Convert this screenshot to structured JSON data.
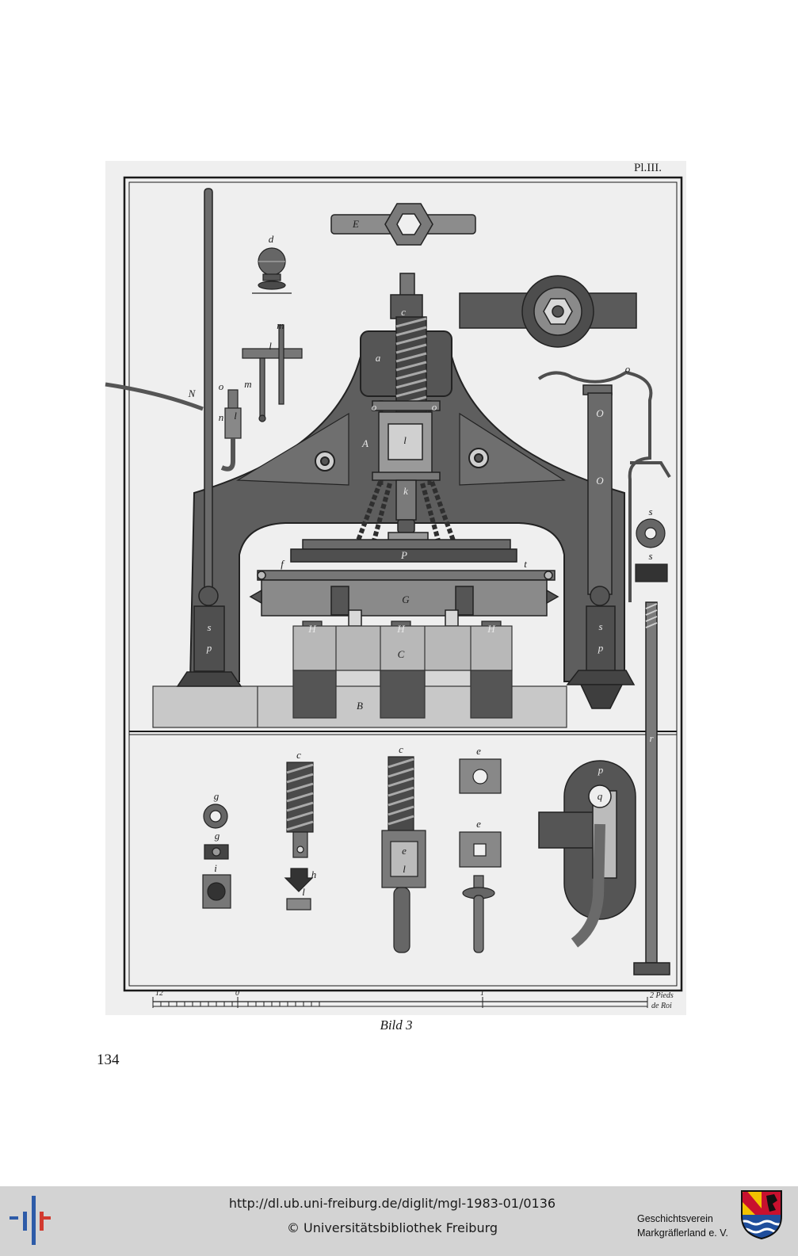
{
  "plate": {
    "plate_number": "Pl.III.",
    "labels": [
      "E",
      "d",
      "m",
      "l",
      "o",
      "m",
      "n",
      "l",
      "N",
      "c",
      "a",
      "o",
      "o",
      "A",
      "l",
      "k",
      "o",
      "O",
      "O",
      "s",
      "s",
      "P",
      "f",
      "t",
      "G",
      "H",
      "H",
      "H",
      "s",
      "p",
      "s",
      "p",
      "C",
      "B",
      "r",
      "c",
      "c",
      "e",
      "e",
      "g",
      "g",
      "i",
      "h",
      "l",
      "e",
      "l",
      "p",
      "q"
    ],
    "scale": {
      "tick_left": "12",
      "tick_zero": "0",
      "tick_one": "1",
      "unit_line1": "2 Pieds",
      "unit_line2": "de Roi"
    }
  },
  "caption": "Bild 3",
  "page_number": "134",
  "footer": {
    "url": "http://dl.ub.uni-freiburg.de/diglit/mgl-1983-01/0136",
    "copyright": "© Universitätsbibliothek Freiburg",
    "society_line1": "Geschichtsverein",
    "society_line2": "Markgräflerland e. V.",
    "left_logo_icon": "library-logo-icon",
    "right_logo_icon": "coat-of-arms-icon"
  },
  "colors": {
    "plate_background": "#efefef",
    "engraving_ink": "#2a2a2a",
    "footer_background": "#d3d3d3",
    "logo_blue": "#2d5ba8",
    "logo_red": "#d23a2f"
  }
}
